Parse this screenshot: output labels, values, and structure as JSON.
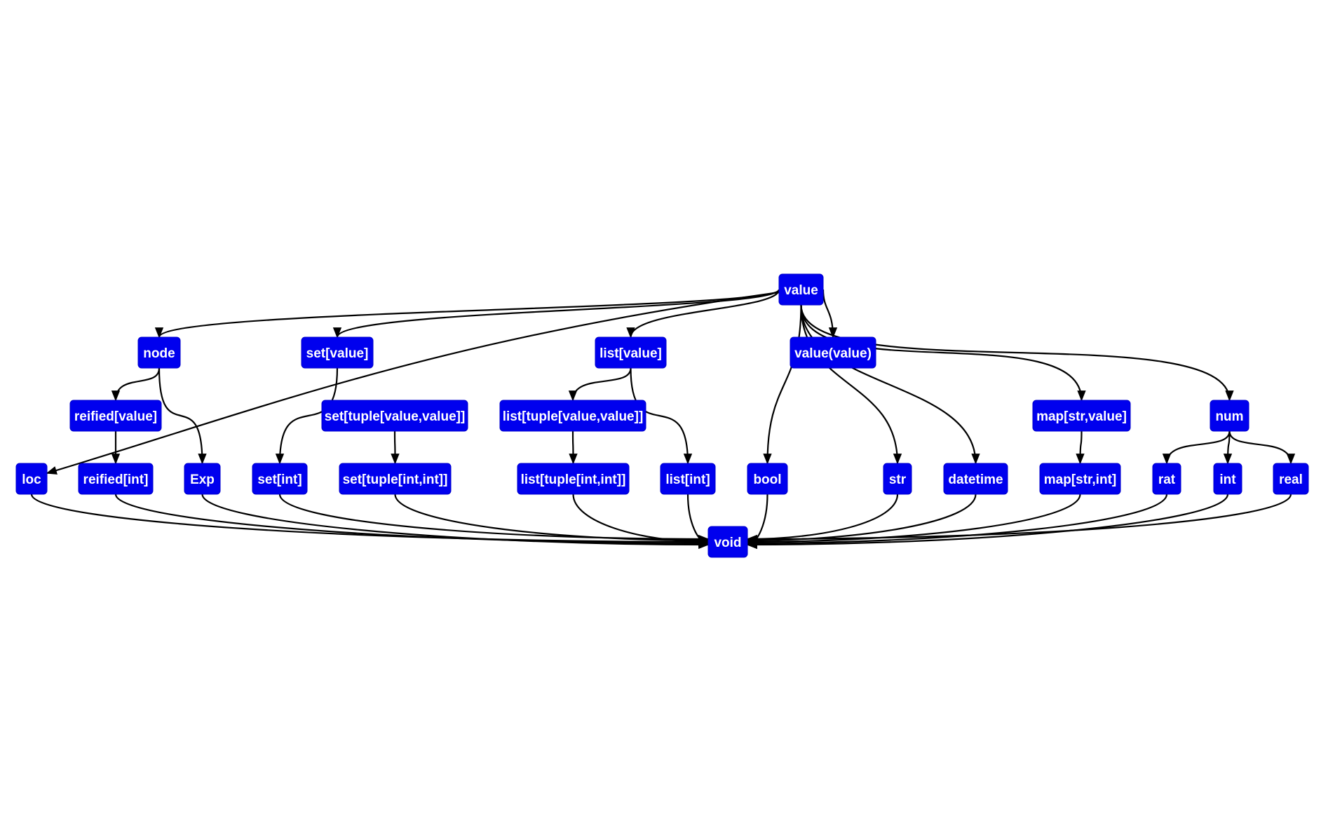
{
  "colors": {
    "node_fill": "#0000ee",
    "node_text": "#ffffff",
    "edge": "#000000",
    "background": "#ffffff"
  },
  "nodes": [
    {
      "id": "value",
      "label": "value"
    },
    {
      "id": "node",
      "label": "node"
    },
    {
      "id": "set_value",
      "label": "set[value]"
    },
    {
      "id": "list_value",
      "label": "list[value]"
    },
    {
      "id": "value_value",
      "label": "value(value)"
    },
    {
      "id": "reified_value",
      "label": "reified[value]"
    },
    {
      "id": "set_tuple_vv",
      "label": "set[tuple[value,value]]"
    },
    {
      "id": "list_tuple_vv",
      "label": "list[tuple[value,value]]"
    },
    {
      "id": "map_str_value",
      "label": "map[str,value]"
    },
    {
      "id": "num",
      "label": "num"
    },
    {
      "id": "loc",
      "label": "loc"
    },
    {
      "id": "reified_int",
      "label": "reified[int]"
    },
    {
      "id": "exp",
      "label": "Exp"
    },
    {
      "id": "set_int",
      "label": "set[int]"
    },
    {
      "id": "set_tuple_ii",
      "label": "set[tuple[int,int]]"
    },
    {
      "id": "list_tuple_ii",
      "label": "list[tuple[int,int]]"
    },
    {
      "id": "list_int",
      "label": "list[int]"
    },
    {
      "id": "bool",
      "label": "bool"
    },
    {
      "id": "str",
      "label": "str"
    },
    {
      "id": "datetime",
      "label": "datetime"
    },
    {
      "id": "map_str_int",
      "label": "map[str,int]"
    },
    {
      "id": "rat",
      "label": "rat"
    },
    {
      "id": "int",
      "label": "int"
    },
    {
      "id": "real",
      "label": "real"
    },
    {
      "id": "void",
      "label": "void"
    }
  ],
  "edges": [
    [
      "value",
      "node"
    ],
    [
      "value",
      "set_value"
    ],
    [
      "value",
      "list_value"
    ],
    [
      "value",
      "value_value"
    ],
    [
      "value",
      "loc"
    ],
    [
      "value",
      "bool"
    ],
    [
      "value",
      "str"
    ],
    [
      "value",
      "datetime"
    ],
    [
      "value",
      "map_str_value"
    ],
    [
      "value",
      "num"
    ],
    [
      "node",
      "reified_value"
    ],
    [
      "node",
      "exp"
    ],
    [
      "reified_value",
      "reified_int"
    ],
    [
      "set_value",
      "set_int"
    ],
    [
      "set_tuple_vv",
      "set_tuple_ii"
    ],
    [
      "list_value",
      "list_tuple_vv"
    ],
    [
      "list_value",
      "list_int"
    ],
    [
      "list_tuple_vv",
      "list_tuple_ii"
    ],
    [
      "map_str_value",
      "map_str_int"
    ],
    [
      "num",
      "rat"
    ],
    [
      "num",
      "int"
    ],
    [
      "num",
      "real"
    ],
    [
      "loc",
      "void"
    ],
    [
      "reified_int",
      "void"
    ],
    [
      "exp",
      "void"
    ],
    [
      "set_int",
      "void"
    ],
    [
      "set_tuple_ii",
      "void"
    ],
    [
      "list_tuple_ii",
      "void"
    ],
    [
      "list_int",
      "void"
    ],
    [
      "bool",
      "void"
    ],
    [
      "str",
      "void"
    ],
    [
      "datetime",
      "void"
    ],
    [
      "map_str_int",
      "void"
    ],
    [
      "rat",
      "void"
    ],
    [
      "int",
      "void"
    ],
    [
      "real",
      "void"
    ]
  ]
}
